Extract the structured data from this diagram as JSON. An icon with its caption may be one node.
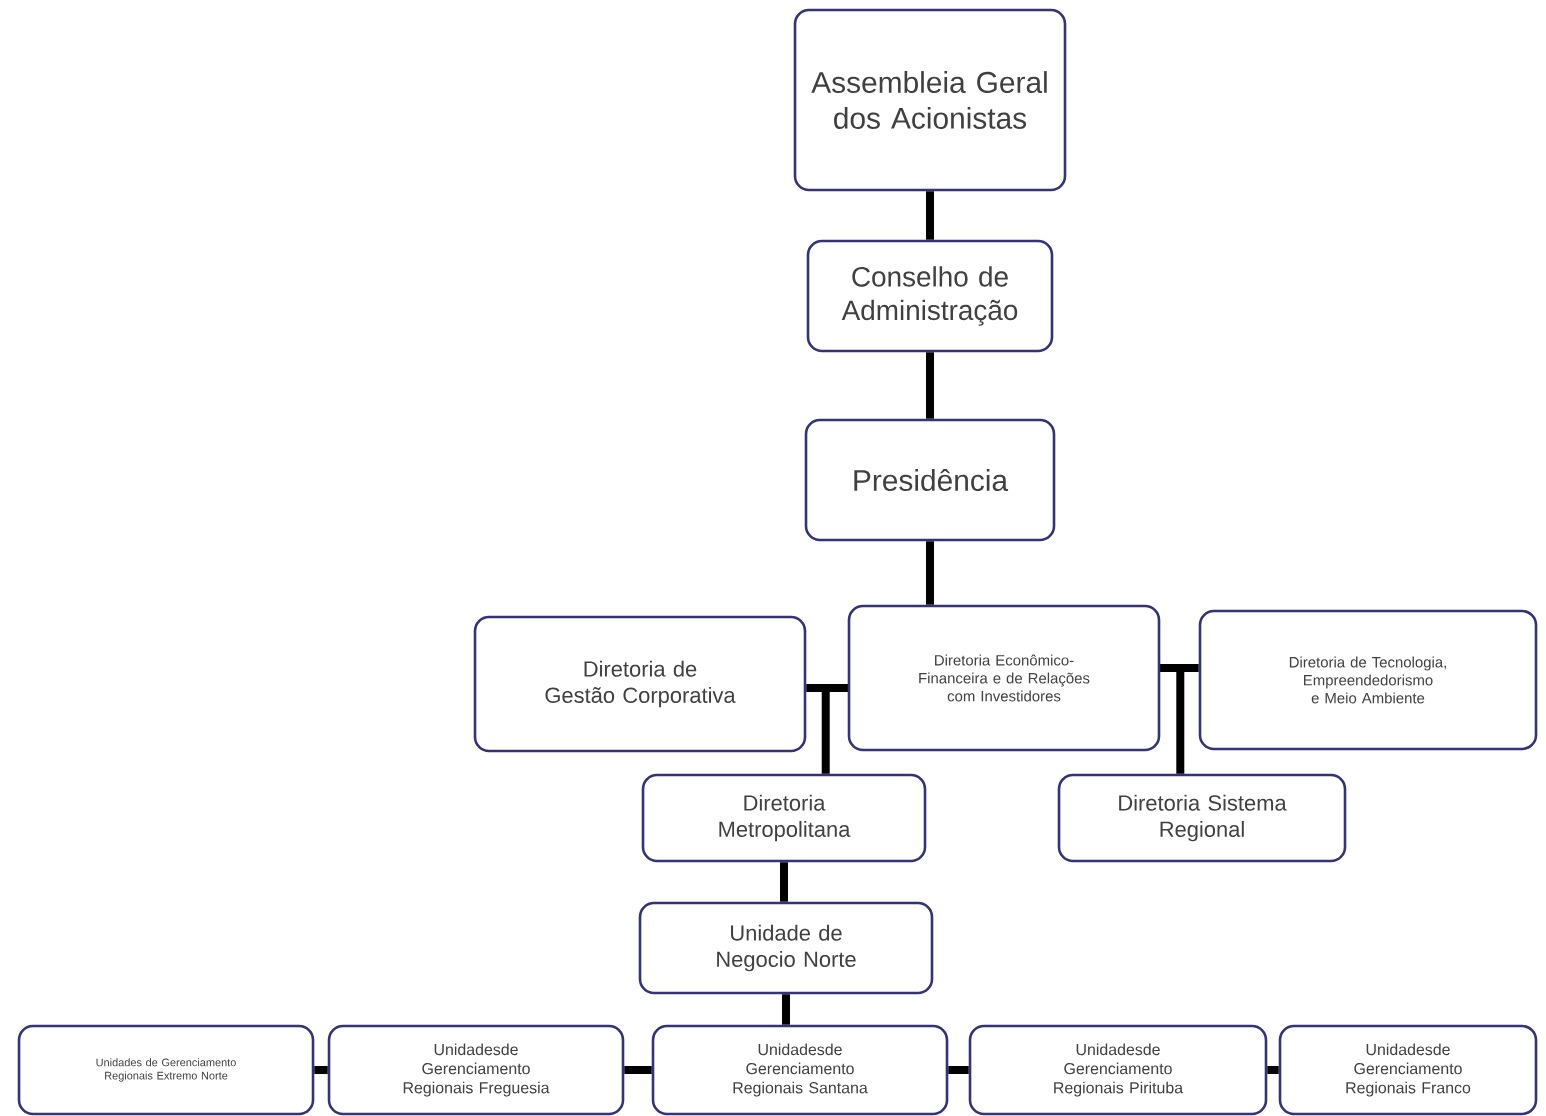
{
  "diagram": {
    "nodes": [
      {
        "text": [
          "Assembleia Geral dos Acionistas"
        ]
      },
      {
        "text": [
          "Conselho de Administração"
        ]
      },
      {
        "text": [
          "Presidência"
        ]
      },
      {
        "text": [
          "Diretoria de Gestão Corporativa"
        ]
      },
      {
        "text": [
          "Diretoria Econômico-Financeira e de Relações com Investidores"
        ]
      },
      {
        "text": [
          "Diretoria de Tecnologia, Empreendedorismo e Meio Ambiente"
        ]
      },
      {
        "text": [
          "Diretoria Metropolitana"
        ]
      },
      {
        "text": [
          "Diretoria Sistema Regional"
        ]
      },
      {
        "text": [
          "Unidade de Negocio Norte"
        ]
      },
      {
        "text": [
          "Unidades de Gerenciamento Regionais Extremo Norte"
        ]
      },
      {
        "text": [
          "Unidadesde Gerenciamento Regionais Freguesia"
        ]
      },
      {
        "text": [
          "Unidadesde Gerenciamento Regionais Santana"
        ]
      },
      {
        "text": [
          "Unidadesde Gerenciamento Regionais Pirituba"
        ]
      },
      {
        "text": [
          "Unidadesde Gerenciamento Regionais Franco"
        ]
      }
    ],
    "edges": [
      {
        "from": 0,
        "to": 1,
        "arrow": "none"
      },
      {
        "from": 1,
        "to": 2,
        "arrow": "none"
      },
      {
        "from": 2,
        "to": 4,
        "arrow": "none"
      },
      {
        "from": 4,
        "to": 3,
        "arrow": "none"
      },
      {
        "from": 4,
        "to": 6,
        "arrow": "none"
      },
      {
        "from": 4,
        "to": 5,
        "arrow": "none"
      },
      {
        "from": 4,
        "to": 7,
        "arrow": "none"
      },
      {
        "from": 6,
        "to": 8,
        "arrow": "none"
      },
      {
        "from": 8,
        "to": 11,
        "arrow": "none"
      },
      {
        "from": 9,
        "to": 10,
        "arrow": "none"
      },
      {
        "from": 10,
        "to": 11,
        "arrow": "none"
      },
      {
        "from": 11,
        "to": 12,
        "arrow": "none"
      },
      {
        "from": 12,
        "to": 13,
        "arrow": "none"
      }
    ]
  }
}
